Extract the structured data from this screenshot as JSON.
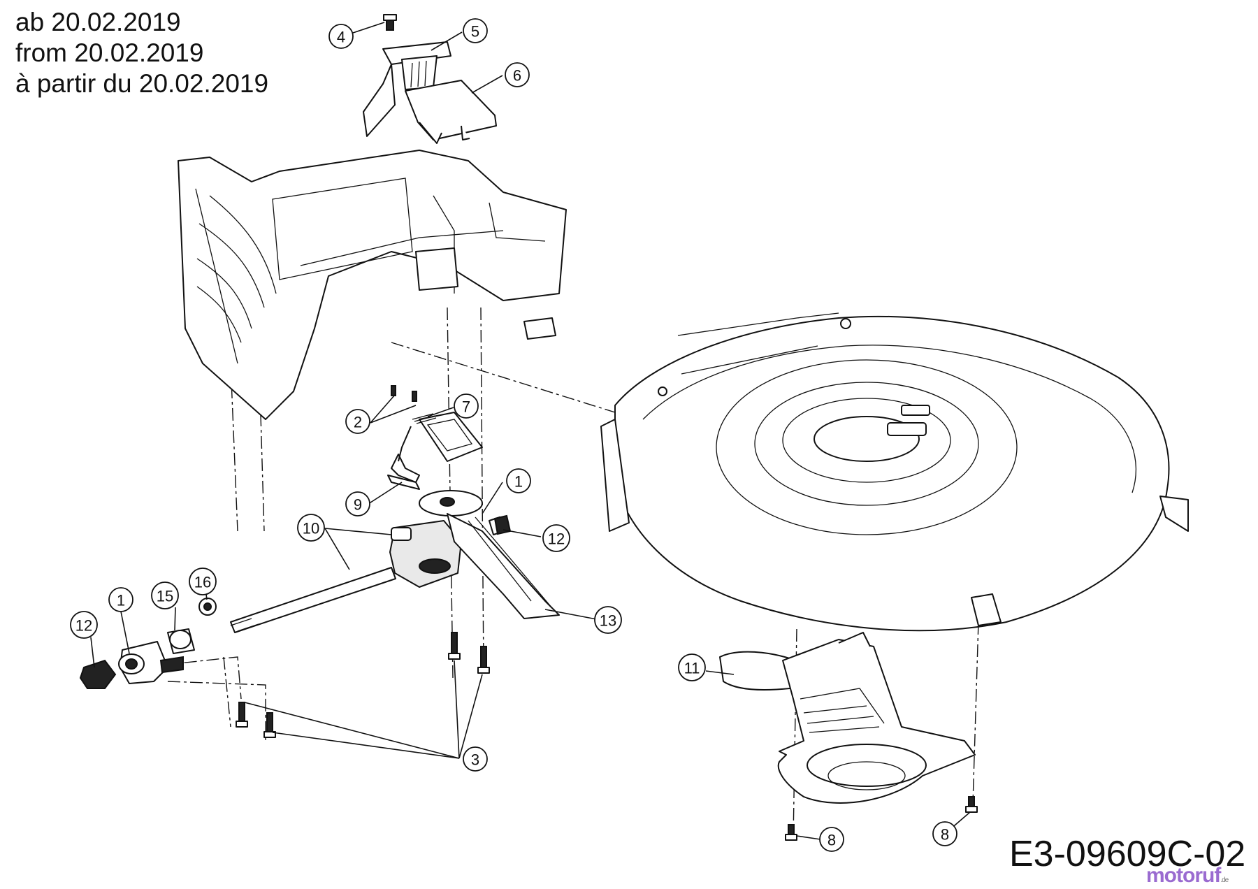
{
  "header": {
    "line_de": "ab 20.02.2019",
    "line_en": "from 20.02.2019",
    "line_fr": "à partir du 20.02.2019"
  },
  "drawing_number": "E3-09609C-02",
  "watermark": {
    "text": "motoruf",
    "suffix": ".de"
  },
  "callouts": [
    {
      "label": "1"
    },
    {
      "label": "1"
    },
    {
      "label": "2"
    },
    {
      "label": "3"
    },
    {
      "label": "4"
    },
    {
      "label": "5"
    },
    {
      "label": "6"
    },
    {
      "label": "7"
    },
    {
      "label": "8"
    },
    {
      "label": "8"
    },
    {
      "label": "9"
    },
    {
      "label": "10"
    },
    {
      "label": "11"
    },
    {
      "label": "12"
    },
    {
      "label": "12"
    },
    {
      "label": "13"
    },
    {
      "label": "15"
    },
    {
      "label": "16"
    }
  ]
}
